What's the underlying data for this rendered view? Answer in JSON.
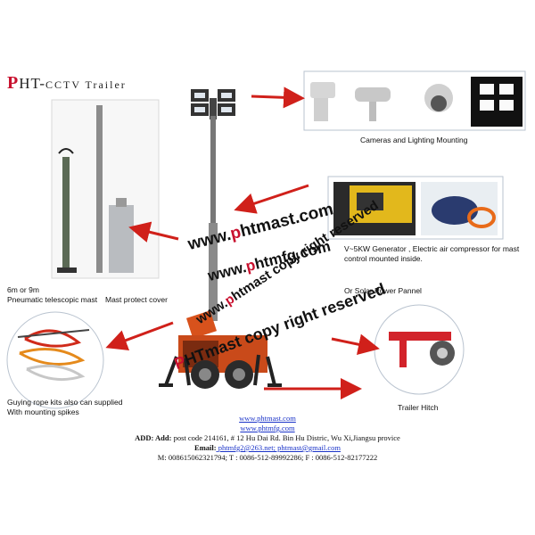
{
  "header": {
    "brand_p": "P",
    "brand_rest": "HT-",
    "brand_sub": "CCTV Trailer"
  },
  "labels": {
    "cameras": "Cameras and Lighting Mounting",
    "mast_size": "6m or 9m",
    "mast_type": "Pneumatic telescopic mast",
    "mast_cover": "Mast protect cover",
    "generator": "V~5KW Generator , Electric air compressor for mast control mounted inside.",
    "solar": "Or Solar Power Pannel",
    "guying_1": "Guying rope kits also can supplied",
    "guying_2": "With mounting spikes",
    "hitch": "Trailer Hitch"
  },
  "watermarks": {
    "wm1_pre": "www.",
    "wm1_red": "p",
    "wm1_post": "htmast.com",
    "wm2_pre": "www.",
    "wm2_red": "p",
    "wm2_post": "htmfg.com",
    "wm3_pre": "www.",
    "wm3_red": "p",
    "wm3_post": "htmast copy right reserved",
    "wm4_red": "P",
    "wm4_post": "HTmast copy right reserved"
  },
  "footer": {
    "url1": "www.phtmast.com",
    "url2": "www.phtmfg.com",
    "add_label": "ADD: Add:",
    "address": " post code 214161, # 12 Hu Dai Rd. Bin Hu Distric, Wu Xi,Jiangsu provice",
    "email_label": "Email:",
    "email": " phtmfg2@263.net; phtmast@gmail.com",
    "contact": "M: 008615062321794; T : 0086-512-89992286; F : 0086-512-82177222"
  },
  "colors": {
    "brand_red": "#c8102e",
    "arrow_red": "#d0201a",
    "link_blue": "#1a33c8"
  }
}
